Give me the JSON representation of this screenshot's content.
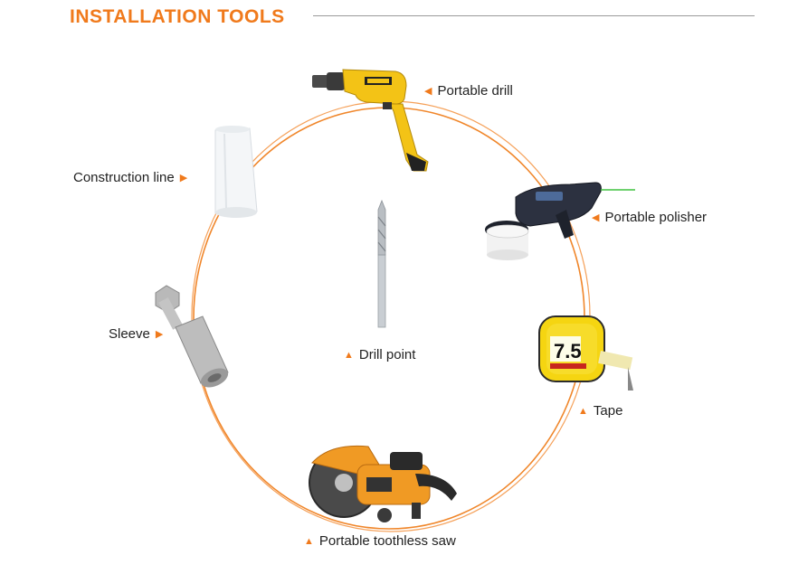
{
  "heading": "INSTALLATION TOOLS",
  "colors": {
    "accent": "#f07a1c",
    "ring": "#f0862a",
    "text": "#222222",
    "rule": "#9a9a9a"
  },
  "tools": [
    {
      "id": "portable-drill",
      "label": "Portable drill",
      "marker": "left-triangle"
    },
    {
      "id": "portable-polisher",
      "label": "Portable polisher",
      "marker": "left-triangle"
    },
    {
      "id": "tape",
      "label": "Tape",
      "marker": "up-triangle",
      "tape_readout": "7.5"
    },
    {
      "id": "portable-toothless-saw",
      "label": "Portable toothless saw",
      "marker": "up-triangle"
    },
    {
      "id": "sleeve",
      "label": "Sleeve",
      "marker": "right-triangle"
    },
    {
      "id": "construction-line",
      "label": "Construction line",
      "marker": "right-triangle"
    },
    {
      "id": "drill-point",
      "label": "Drill point",
      "marker": "up-triangle"
    }
  ]
}
